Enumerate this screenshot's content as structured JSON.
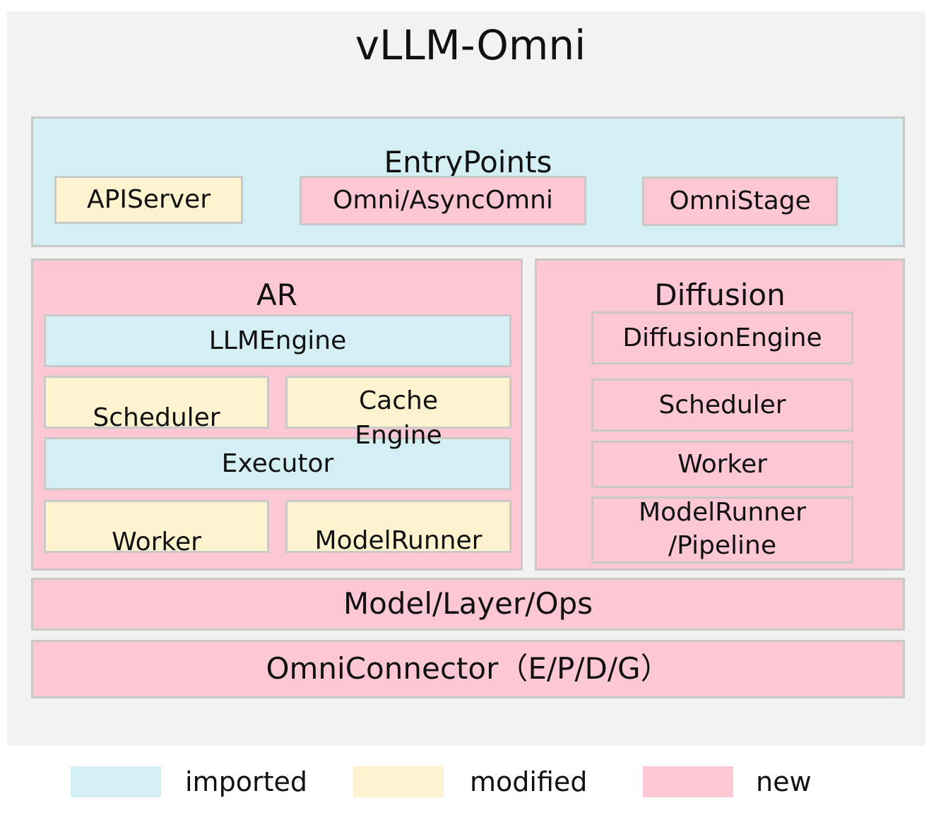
{
  "title": "vLLM-Omni",
  "colors": {
    "imported": "#d3eff3",
    "modified": "#fdf3cf",
    "new": "#fdc8d4",
    "border": "#c9c9c9",
    "background": "#f2f2f2"
  },
  "entrypoints": {
    "label": "EntryPoints",
    "api_server": "APIServer",
    "omni": "Omni/AsyncOmni",
    "omni_stage": "OmniStage"
  },
  "ar": {
    "label": "AR",
    "llm_engine": "LLMEngine",
    "scheduler": "Scheduler",
    "cache_engine_line1": "Cache",
    "cache_engine_line2": "Engine",
    "executor": "Executor",
    "worker": "Worker",
    "model_runner": "ModelRunner"
  },
  "diffusion": {
    "label": "Diffusion",
    "engine": "DiffusionEngine",
    "scheduler": "Scheduler",
    "worker": "Worker",
    "model_runner_line1": "ModelRunner",
    "model_runner_line2": "/Pipeline"
  },
  "model_layer_ops": "Model/Layer/Ops",
  "omni_connector": "OmniConnector（E/P/D/G）",
  "legend": {
    "imported": "imported",
    "modified": "modified",
    "new": "new"
  }
}
